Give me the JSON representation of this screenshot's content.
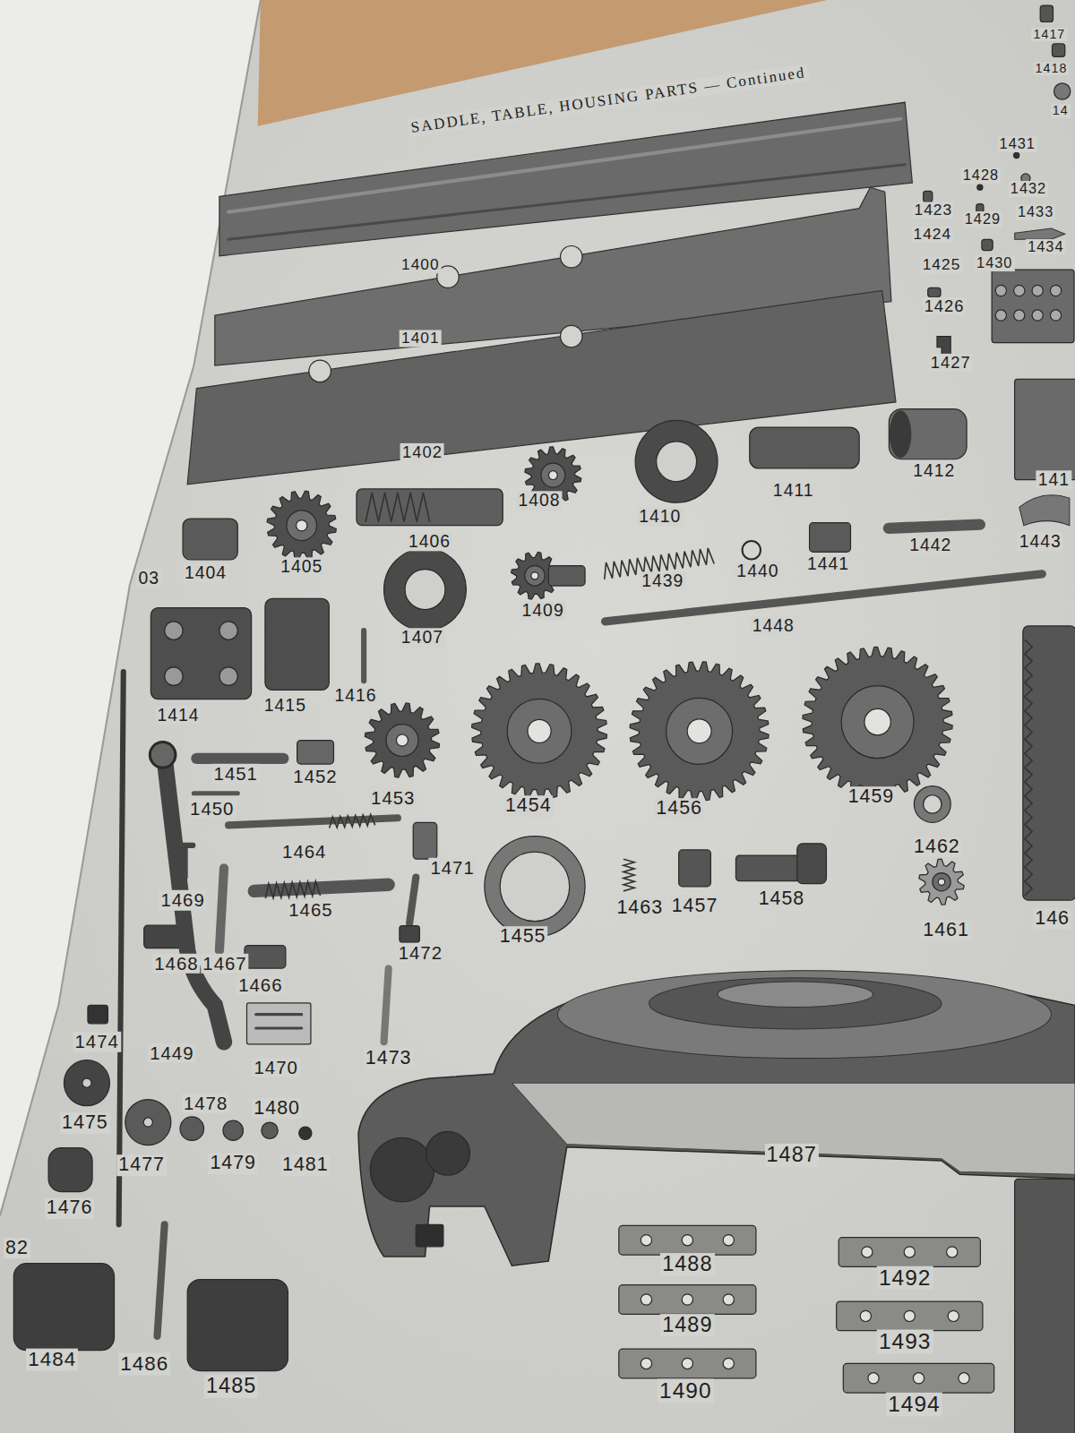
{
  "diagram": {
    "title": "SADDLE, TABLE, HOUSING PARTS — Continued",
    "labels": [
      "1417",
      "1418",
      "14",
      "1431",
      "1428",
      "1432",
      "1423",
      "1429",
      "1433",
      "1424",
      "1434",
      "1425",
      "1430",
      "1400",
      "1426",
      "1401",
      "1427",
      "1402",
      "1412",
      "141",
      "1411",
      "1408",
      "1410",
      "1406",
      "1443",
      "1442",
      "1405",
      "1441",
      "1404",
      "03",
      "1440",
      "1439",
      "1409",
      "1448",
      "1407",
      "1416",
      "1415",
      "1414",
      "1451",
      "1452",
      "1459",
      "1453",
      "1454",
      "1456",
      "1450",
      "1462",
      "1464",
      "1471",
      "1469",
      "1458",
      "1457",
      "1463",
      "1465",
      "146",
      "1461",
      "1455",
      "1472",
      "1468",
      "1467",
      "1466",
      "1474",
      "1449",
      "1473",
      "1470",
      "1478",
      "1480",
      "1475",
      "1487",
      "1477",
      "1479",
      "1481",
      "1476",
      "82",
      "1488",
      "1492",
      "1489",
      "1493",
      "1484",
      "1486",
      "1485",
      "1490",
      "1494"
    ]
  }
}
